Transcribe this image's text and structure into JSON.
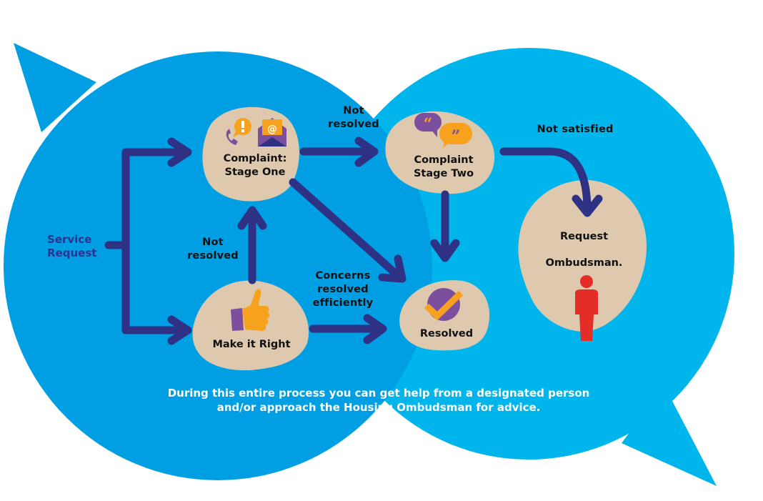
{
  "colors": {
    "left_bubble": "#009FE3",
    "right_bubble": "#00B5EC",
    "node_fill": "#DEC8AE",
    "arrow": "#2E3184",
    "purple": "#7B4F9E",
    "orange": "#F6A21E",
    "red": "#E52D27",
    "text_dark": "#111111",
    "text_white": "#FFFFFF"
  },
  "start": {
    "label_line1": "Service",
    "label_line2": "Request"
  },
  "nodes": {
    "stage_one": {
      "line1": "Complaint:",
      "line2": "Stage One",
      "icons": [
        "phone-icon",
        "exclamation-bubble-icon",
        "email-envelope-icon"
      ]
    },
    "stage_two": {
      "line1": "Complaint",
      "line2": "Stage Two",
      "icons": [
        "quote-bubble-open-icon",
        "quote-bubble-close-icon"
      ]
    },
    "make_it_right": {
      "line1": "Make it Right",
      "icons": [
        "thumbs-up-icon"
      ]
    },
    "resolved": {
      "line1": "Resolved",
      "icons": [
        "check-circle-icon"
      ]
    },
    "ombudsman": {
      "line1": "Request",
      "line2": "Ombudsman.",
      "icons": [
        "person-icon"
      ]
    }
  },
  "edge_labels": {
    "stage1_to_stage2": {
      "line1": "Not",
      "line2": "resolved"
    },
    "mir_to_stage1": {
      "line1": "Not",
      "line2": "resolved"
    },
    "mir_to_resolved": {
      "line1": "Concerns",
      "line2": "resolved",
      "line3": "efficiently"
    },
    "stage2_to_ombudsman": {
      "line1": "Not satisfied"
    }
  },
  "footer": {
    "line1": "During this entire process you can get help from a designated person",
    "line2": "and/or approach the Housing Ombudsman for advice."
  }
}
